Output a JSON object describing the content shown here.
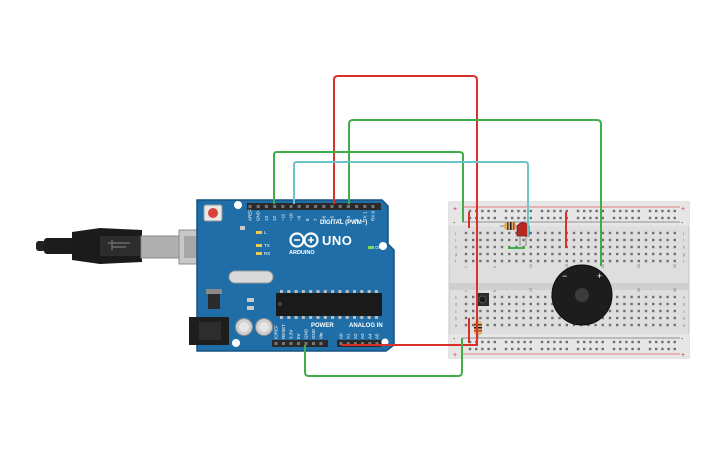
{
  "board": {
    "name": "UNO",
    "brand": "ARDUINO",
    "digital_label": "DIGITAL (PWM~)",
    "power_label": "POWER",
    "analog_label": "ANALOG IN",
    "on_label": "ON",
    "led_l": "L",
    "led_tx": "TX",
    "led_rx": "RX",
    "digital_pins": [
      "AREF",
      "GND",
      "13",
      "12",
      "~11",
      "~10",
      "~9",
      "8",
      "7",
      "~6",
      "~5",
      "4",
      "~3",
      "2",
      "TX 1",
      "RX 0"
    ],
    "power_pins": [
      "IOREF",
      "RESET",
      "3.3V",
      "5V",
      "GND",
      "GND",
      "Vin"
    ],
    "analog_pins": [
      "A0",
      "A1",
      "A2",
      "A3",
      "A4",
      "A5"
    ]
  },
  "breadboard": {
    "row_letters_top": [
      "j",
      "i",
      "h",
      "g",
      "f"
    ],
    "row_letters_bottom": [
      "e",
      "d",
      "c",
      "b",
      "a"
    ],
    "rail_plus": "+",
    "rail_minus": "-",
    "column_numbers": [
      "1",
      "",
      "",
      "",
      "5",
      "",
      "",
      "",
      "",
      "10",
      "",
      "",
      "",
      "",
      "15",
      "",
      "",
      "",
      "",
      "20",
      "",
      "",
      "",
      "",
      "25",
      "",
      "",
      "",
      "",
      "30"
    ]
  },
  "buzzer": {
    "minus_label": "−",
    "plus_label": "+"
  },
  "colors": {
    "board": "#1f6ea7",
    "board_dark": "#155482",
    "breadboard": "#dcdcdc",
    "wire_red": "#d9302c",
    "wire_green": "#3fae49",
    "wire_cyan": "#6cc3c8",
    "header": "#2a2a2a"
  }
}
